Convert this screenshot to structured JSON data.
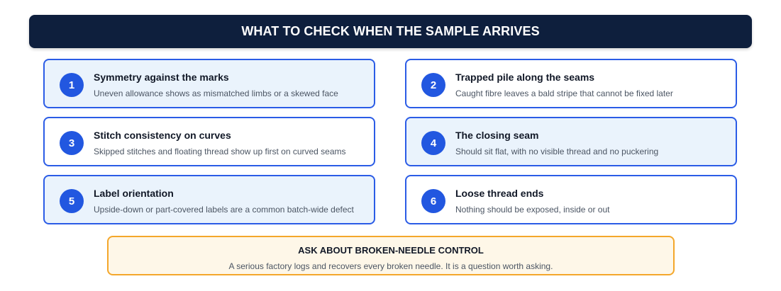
{
  "header": {
    "title": "WHAT TO CHECK WHEN THE SAMPLE ARRIVES"
  },
  "checks": [
    {
      "number": "1",
      "title": "Symmetry against the marks",
      "description": "Uneven allowance shows as mismatched limbs or a skewed face"
    },
    {
      "number": "2",
      "title": "Trapped pile along the seams",
      "description": "Caught fibre leaves a bald stripe that cannot be fixed later"
    },
    {
      "number": "3",
      "title": "Stitch consistency on curves",
      "description": "Skipped stitches and floating thread show up first on curved seams"
    },
    {
      "number": "4",
      "title": "The closing seam",
      "description": "Should sit flat, with no visible thread and no puckering"
    },
    {
      "number": "5",
      "title": "Label orientation",
      "description": "Upside-down or part-covered labels are a common batch-wide defect"
    },
    {
      "number": "6",
      "title": "Loose thread ends",
      "description": "Nothing should be exposed, inside or out"
    }
  ],
  "note": {
    "title": "ASK ABOUT BROKEN-NEEDLE CONTROL",
    "text": "A serious factory logs and recovers every broken needle. It is a question worth asking."
  },
  "colors": {
    "header_bg": "#0e1f3d",
    "card_border": "#2b5ce6",
    "badge_bg": "#2257e0",
    "tinted_card_bg": "#eaf3fc",
    "note_border": "#f4a72b",
    "note_bg": "#fef7e8"
  }
}
